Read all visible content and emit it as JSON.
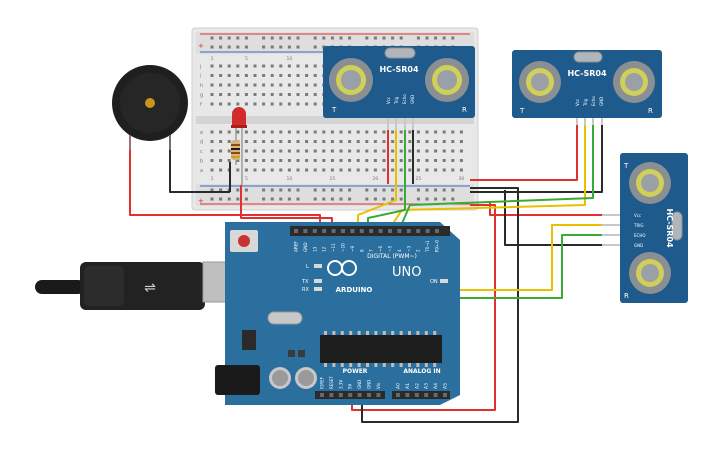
{
  "sensors": [
    {
      "model": "HC-SR04",
      "pins": [
        "Vcc",
        "Trig",
        "Echo",
        "GND"
      ],
      "left_mark": "T",
      "right_mark": "R"
    },
    {
      "model": "HC-SR04",
      "pins": [
        "Vcc",
        "Trig",
        "Echo",
        "GND"
      ],
      "left_mark": "T",
      "right_mark": "R"
    },
    {
      "model": "HC-SR04",
      "pins": [
        "Vcc",
        "TRIG",
        "ECHO",
        "GND"
      ],
      "left_mark": "T",
      "right_mark": "R"
    }
  ],
  "arduino": {
    "brand": "ARDUINO",
    "model": "UNO",
    "digital_label": "DIGITAL (PWM~)",
    "power_label": "POWER",
    "analog_label": "ANALOG IN",
    "top_pins": [
      "AREF",
      "GND",
      "13",
      "12",
      "~11",
      "~10",
      "~9",
      "8",
      "7",
      "~6",
      "~5",
      "4",
      "~3",
      "2",
      "TX→1",
      "RX←0"
    ],
    "power_pins": [
      "IOREF",
      "RESET",
      "3.3V",
      "5V",
      "GND",
      "GND",
      "Vin"
    ],
    "analog_pins": [
      "A0",
      "A1",
      "A2",
      "A3",
      "A4",
      "A5"
    ],
    "leds": [
      "L",
      "TX",
      "RX"
    ],
    "on_label": "ON"
  },
  "breadboard": {
    "rows_top": [
      "j",
      "i",
      "h",
      "g",
      "f"
    ],
    "rows_bottom": [
      "e",
      "d",
      "c",
      "b",
      "a"
    ],
    "columns": [
      "1",
      "5",
      "10",
      "15",
      "20",
      "25",
      "30"
    ]
  },
  "colors": {
    "board": "#2a6f9e",
    "sensor": "#1e5a8c",
    "wire_red": "#e03030",
    "wire_black": "#2a2a2a",
    "wire_yellow": "#e8c000",
    "wire_green": "#3aaa35"
  }
}
